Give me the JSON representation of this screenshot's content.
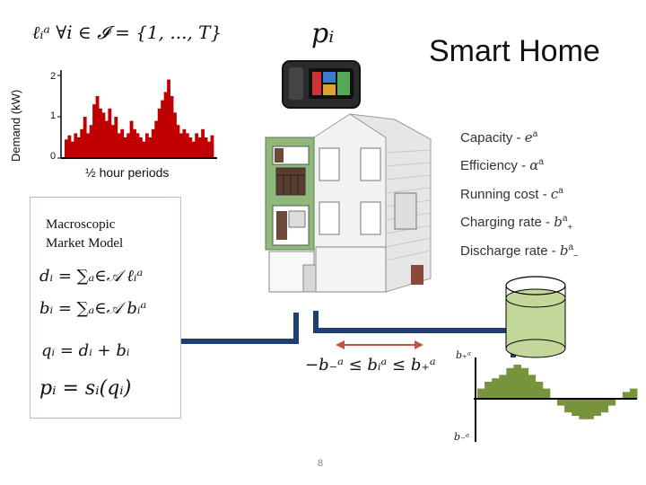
{
  "header": {
    "index_formula": "ℓᵢᵃ ∀i ∈ 𝓘 = {1, ..., T}",
    "price_symbol": "pᵢ",
    "title": "Smart Home"
  },
  "demand_chart": {
    "ylabel": "Demand (kW)",
    "xlabel": "½ hour periods",
    "yticks": [
      "0",
      "1",
      "2"
    ]
  },
  "chart_data": {
    "type": "bar",
    "xlabel": "½ hour periods",
    "ylabel": "Demand (kW)",
    "ylim": [
      0,
      2
    ],
    "yticks": [
      0,
      1,
      2
    ],
    "values": [
      0.45,
      0.55,
      0.4,
      0.6,
      0.5,
      0.7,
      1.0,
      0.6,
      0.8,
      1.3,
      1.5,
      1.2,
      1.1,
      0.9,
      1.2,
      0.8,
      1.0,
      0.6,
      0.7,
      0.5,
      0.6,
      0.9,
      0.7,
      0.6,
      0.5,
      0.4,
      0.6,
      0.5,
      0.7,
      0.9,
      1.2,
      1.4,
      1.6,
      1.9,
      1.5,
      1.1,
      0.8,
      0.6,
      0.7,
      0.6,
      0.5,
      0.4,
      0.6,
      0.5,
      0.7,
      0.5,
      0.4,
      0.55
    ]
  },
  "market": {
    "title_line1": "Macroscopic",
    "title_line2": "Market Model",
    "eq_d": "dᵢ = ∑ₐ∈𝒜 ℓᵢᵃ",
    "eq_b": "bᵢ = ∑ₐ∈𝒜 bᵢᵃ",
    "eq_q": "qᵢ = dᵢ + bᵢ",
    "eq_p": "pᵢ = sᵢ(qᵢ)"
  },
  "battery_properties": [
    {
      "label": "Capacity - ",
      "symbol": "e",
      "sup": "a",
      "sub": ""
    },
    {
      "label": "Efficiency - ",
      "symbol": "α",
      "sup": "a",
      "sub": ""
    },
    {
      "label": "Running cost - ",
      "symbol": "c",
      "sup": "a",
      "sub": ""
    },
    {
      "label": "Charging rate - ",
      "symbol": "b",
      "sup": "a",
      "sub": "+"
    },
    {
      "label": "Discharge rate - ",
      "symbol": "b",
      "sup": "a",
      "sub": "−"
    }
  ],
  "constraint": {
    "text": "−b₋ᵃ ≤ bᵢᵃ ≤ b₊ᵃ"
  },
  "charge_profile": {
    "top_label": "b₊ᵃ",
    "bottom_label": "b₋ᵃ",
    "values": [
      0.3,
      0.5,
      0.6,
      0.7,
      0.9,
      1.0,
      0.9,
      0.7,
      0.5,
      0.3,
      0.0,
      -0.2,
      -0.4,
      -0.5,
      -0.6,
      -0.6,
      -0.5,
      -0.4,
      -0.2,
      0.0,
      0.2,
      0.3
    ]
  },
  "colors": {
    "demand_bars": "#c00000",
    "wire": "#1f3f73",
    "arrow": "#c0504d",
    "battery": "#c4d79b",
    "charge_bars": "#77933c",
    "market_border": "#a9bfd9"
  },
  "footer": {
    "page_number": "8"
  }
}
